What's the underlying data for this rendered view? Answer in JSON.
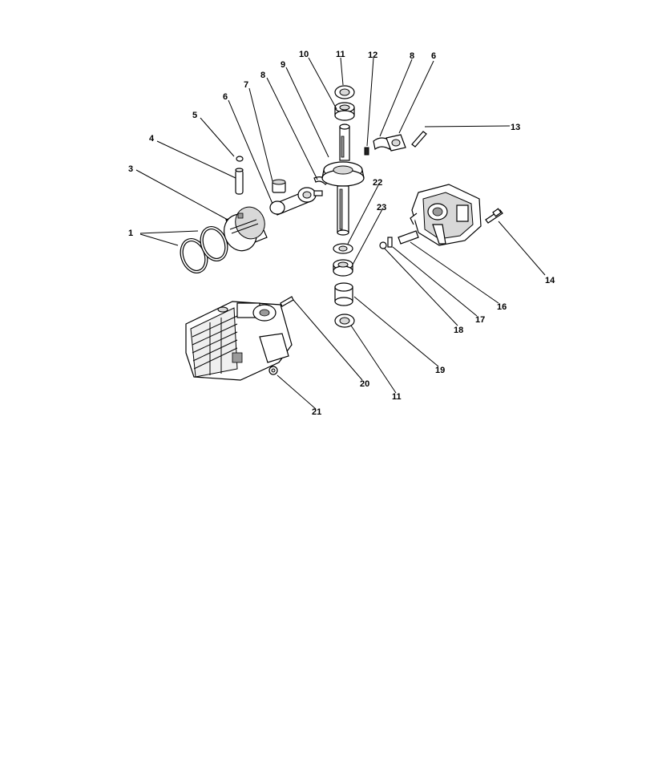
{
  "callouts": {
    "c1": "1",
    "c3": "3",
    "c4": "4",
    "c5": "5",
    "c6a": "6",
    "c7": "7",
    "c8a": "8",
    "c9": "9",
    "c10": "10",
    "c11a": "11",
    "c12": "12",
    "c8b": "8",
    "c6b": "6",
    "c13": "13",
    "c22": "22",
    "c23": "23",
    "c14": "14",
    "c16": "16",
    "c17": "17",
    "c18": "18",
    "c19": "19",
    "c20": "20",
    "c11b": "11",
    "c21": "21"
  }
}
